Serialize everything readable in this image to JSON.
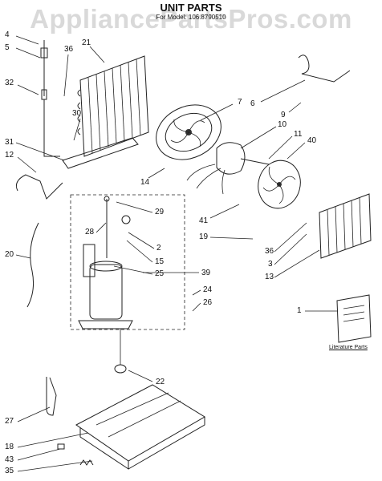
{
  "header": {
    "title": "UNIT PARTS",
    "model": "For Model: 106.8790510",
    "watermark": "AppliancePartsPros.com"
  },
  "callouts": {
    "c4": "4",
    "c5": "5",
    "c36a": "36",
    "c21": "21",
    "c32": "32",
    "c30": "30",
    "c7": "7",
    "c6": "6",
    "c9": "9",
    "c10": "10",
    "c11": "11",
    "c40": "40",
    "c31": "31",
    "c12": "12",
    "c14": "14",
    "c29": "29",
    "c41": "41",
    "c28": "28",
    "c2": "2",
    "c19": "19",
    "c20": "20",
    "c15": "15",
    "c25": "25",
    "c39": "39",
    "c36b": "36",
    "c3": "3",
    "c13": "13",
    "c24": "24",
    "c26": "26",
    "c1": "1",
    "c22": "22",
    "c27": "27",
    "c18": "18",
    "c43": "43",
    "c35": "35"
  },
  "literature": {
    "label": "Literature Parts"
  }
}
